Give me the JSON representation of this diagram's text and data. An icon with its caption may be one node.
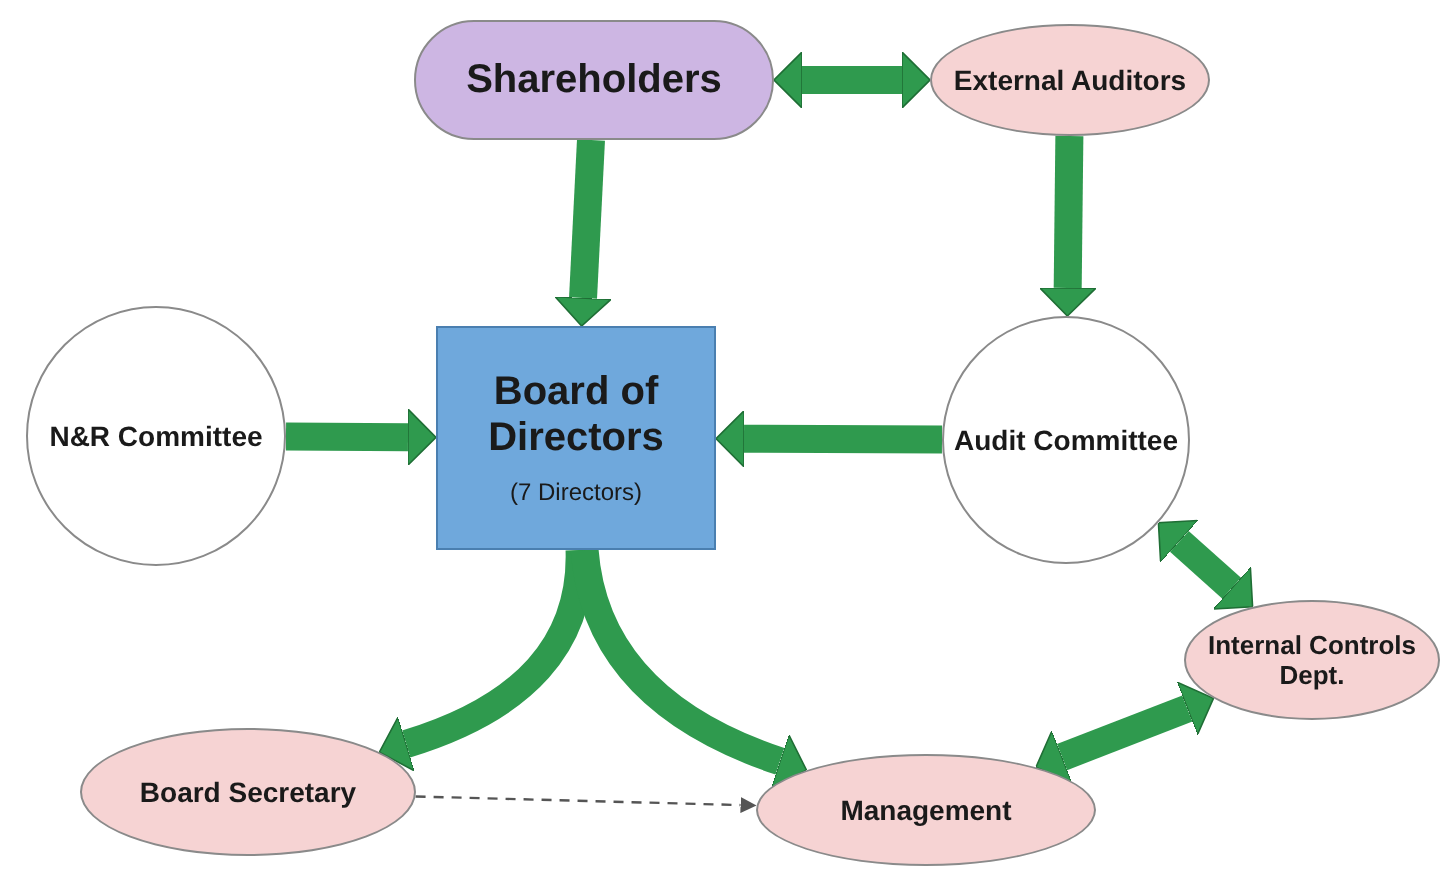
{
  "diagram": {
    "nodes": [
      {
        "text": [
          "Shareholders"
        ]
      },
      {
        "text": [
          "External Auditors"
        ]
      },
      {
        "text": [
          "N&R Committee"
        ]
      },
      {
        "text": [
          "Board of Directors",
          "(7 Directors)"
        ]
      },
      {
        "text": [
          "Audit Committee"
        ]
      },
      {
        "text": [
          "Internal Controls Dept."
        ]
      },
      {
        "text": [
          "Board Secretary"
        ]
      },
      {
        "text": [
          "Management"
        ]
      }
    ],
    "edges": [
      {
        "from": 0,
        "to": 3,
        "arrow": "to"
      },
      {
        "from": 0,
        "to": 1,
        "arrow": "both"
      },
      {
        "from": 1,
        "to": 4,
        "arrow": "to"
      },
      {
        "from": 2,
        "to": 3,
        "arrow": "to"
      },
      {
        "from": 4,
        "to": 3,
        "arrow": "to"
      },
      {
        "from": 3,
        "to": 6,
        "arrow": "to"
      },
      {
        "from": 3,
        "to": 7,
        "arrow": "to"
      },
      {
        "from": 4,
        "to": 5,
        "arrow": "both"
      },
      {
        "from": 5,
        "to": 7,
        "arrow": "both"
      },
      {
        "from": 6,
        "to": 7,
        "arrow": "to",
        "style": "dashed",
        "color": "#555555"
      }
    ]
  }
}
